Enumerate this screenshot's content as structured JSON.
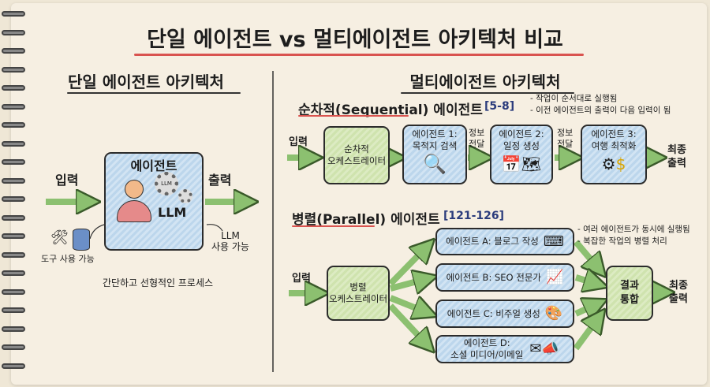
{
  "title": "단일 에이전트 vs 멀티에이전트 아키텍처 비교",
  "single": {
    "heading": "단일 에이전트 아키텍처",
    "input": "입력",
    "output": "출력",
    "agent_title": "에이전트",
    "llm_badge": "LLM",
    "llm_label": "LLM",
    "tools_label": "도구 사용 가능",
    "llm_use_line1": "LLM",
    "llm_use_line2": "사용 가능",
    "caption": "간단하고 선형적인 프로세스"
  },
  "multi": {
    "heading": "멀티에이전트 아키텍처",
    "sequential": {
      "heading": "순차적(Sequential) 에이전트",
      "ref": "[5-8]",
      "notes": [
        "- 작업이 순서대로 실행됨",
        "- 이전 에이전트의 출력이 다음 입력이 됨"
      ],
      "input": "입력",
      "orchestrator": [
        "순차적",
        "오케스트레이터"
      ],
      "agents": [
        {
          "line1": "에이전트 1:",
          "line2": "목적지 검색",
          "icon": "magnifier-icon"
        },
        {
          "line1": "에이전트 2:",
          "line2": "일정 생성",
          "icon": "calendar-map-icon"
        },
        {
          "line1": "에이전트 3:",
          "line2": "여행 최적화",
          "icon": "gears-dollar-icon"
        }
      ],
      "handoff": [
        "정보",
        "전달"
      ],
      "final": [
        "최종",
        "출력"
      ]
    },
    "parallel": {
      "heading": "병렬(Parallel) 에이전트",
      "ref": "[121-126]",
      "notes": [
        "- 여러 에이전트가 동시에 실행됨",
        "- 복잡한 작업의 병렬 처리"
      ],
      "input": "입력",
      "orchestrator": [
        "병렬",
        "오케스트레이터"
      ],
      "agents": [
        {
          "label": "에이전트 A: 블로그 작성",
          "icon": "typewriter-icon"
        },
        {
          "label": "에이전트 B: SEO 전문가",
          "icon": "seo-chart-icon"
        },
        {
          "label": "에이전트 C: 비주얼 생성",
          "icon": "palette-camera-icon"
        },
        {
          "line1": "에이전트 D:",
          "line2": "소셜 미디어/이메일",
          "icon": "mail-megaphone-icon"
        }
      ],
      "merge": [
        "결과",
        "통합"
      ],
      "final": [
        "최종",
        "출력"
      ]
    }
  },
  "colors": {
    "arrow": "#8cc070",
    "underline": "#d9534f",
    "ref": "#2b3c7c"
  }
}
